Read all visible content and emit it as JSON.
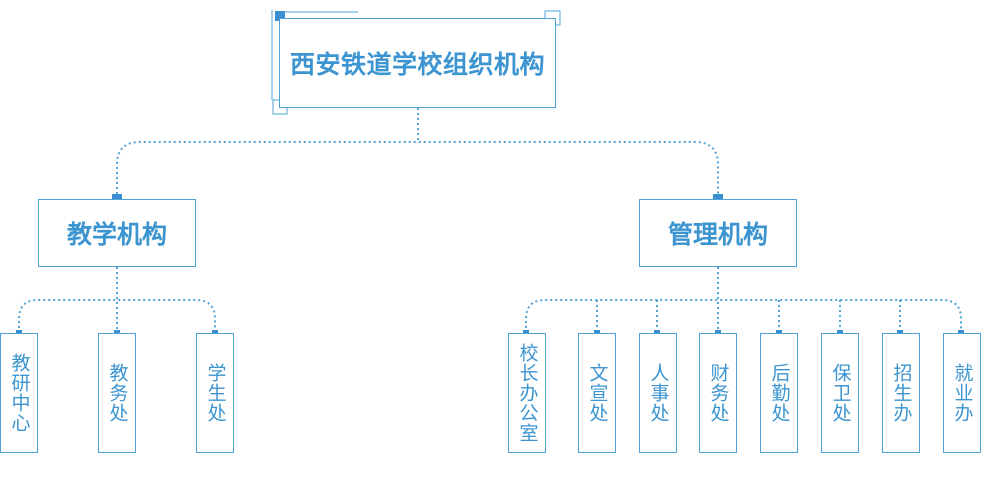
{
  "colors": {
    "accent": "#4fa3d6",
    "text": "#3c95d0",
    "marker": "#3a8fd0"
  },
  "root": {
    "label": "西安铁道学校组织机构"
  },
  "branches": [
    {
      "label": "教学机构",
      "children": [
        "教研中心",
        "教务处",
        "学生处"
      ]
    },
    {
      "label": "管理机构",
      "children": [
        "校长办公室",
        "文宣处",
        "人事处",
        "财务处",
        "后勤处",
        "保卫处",
        "招生办",
        "就业办"
      ]
    }
  ]
}
